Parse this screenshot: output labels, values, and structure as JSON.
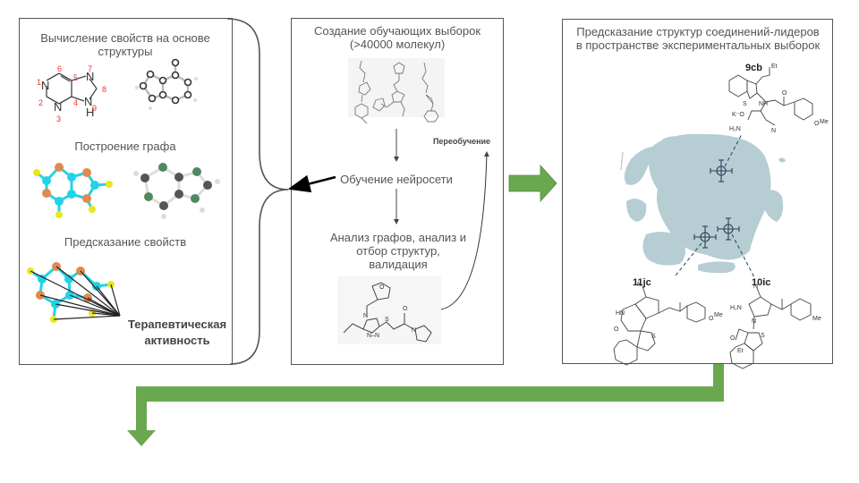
{
  "diagram": {
    "left_panel": {
      "step1_title": "Вычисление свойств на основе структуры",
      "step2_title": "Построение графа",
      "step3_title": "Предсказание свойств",
      "output_label_line1": "Терапевтическая",
      "output_label_line2": "активность",
      "atom_numbers": [
        "1",
        "2",
        "3",
        "4",
        "5",
        "6",
        "7",
        "8",
        "9"
      ],
      "atom_symbols": [
        "N",
        "N",
        "N",
        "N",
        "H"
      ]
    },
    "middle_panel": {
      "title_line1": "Создание обучающих выборок",
      "title_line2": "(>40000 молекул)",
      "training_step": "Обучение нейросети",
      "analysis_line1": "Анализ графов, анализ и",
      "analysis_line2": "отбор структур,",
      "analysis_line3": "валидация",
      "retraining_label": "Переобучение"
    },
    "right_panel": {
      "title_line1": "Предсказание структур соединений-лидеров",
      "title_line2": "в пространстве экспериментальных выборок",
      "compounds": [
        "9cb",
        "11jc",
        "10ic"
      ]
    },
    "colors": {
      "arrow_green": "#6aa84f",
      "chem_space": "#b5cdd3",
      "atom_cyan": "#22d3e6",
      "atom_orange": "#e08a4f",
      "atom_yellow": "#e8e81a",
      "atom_green": "#4f8a5f",
      "atom_grey": "#555555",
      "number_red": "#e53333",
      "box_border": "#555555"
    }
  }
}
